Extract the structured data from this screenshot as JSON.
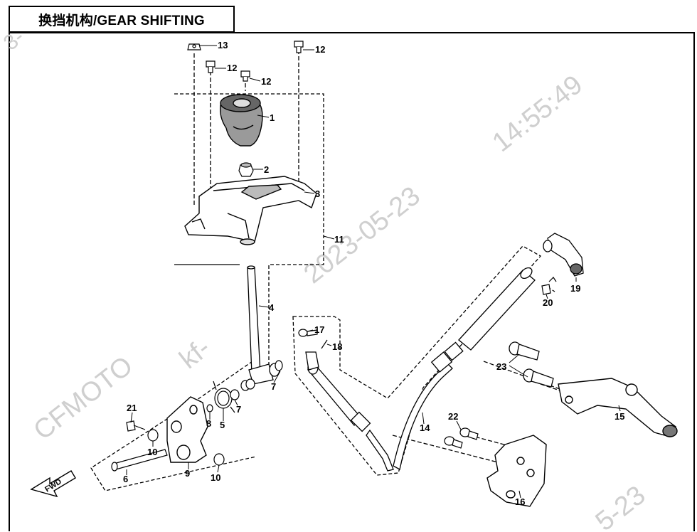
{
  "title": "换挡机构/GEAR SHIFTING",
  "watermark": {
    "brand": "CFMOTO",
    "user": "kf-",
    "date": "2023-05-23",
    "time": "14:55:49",
    "date_fragment_top": "3-",
    "date_fragment_bottom": "5-23"
  },
  "fwd_label": "FWD",
  "callouts": {
    "c1": "1",
    "c2": "2",
    "c3": "3",
    "c4": "4",
    "c5": "5",
    "c6": "6",
    "c7a": "7",
    "c7b": "7",
    "c8": "8",
    "c9": "9",
    "c10a": "10",
    "c10b": "10",
    "c11": "11",
    "c12a": "12",
    "c12b": "12",
    "c12c": "12",
    "c13": "13",
    "c14": "14",
    "c15": "15",
    "c16": "16",
    "c17": "17",
    "c18": "18",
    "c19": "19",
    "c20": "20",
    "c21": "21",
    "c22": "22",
    "c23": "23"
  },
  "colors": {
    "line": "#000000",
    "part_fill": "#ffffff",
    "shade": "#8a8a8a",
    "watermark": "#c8c8c8"
  }
}
